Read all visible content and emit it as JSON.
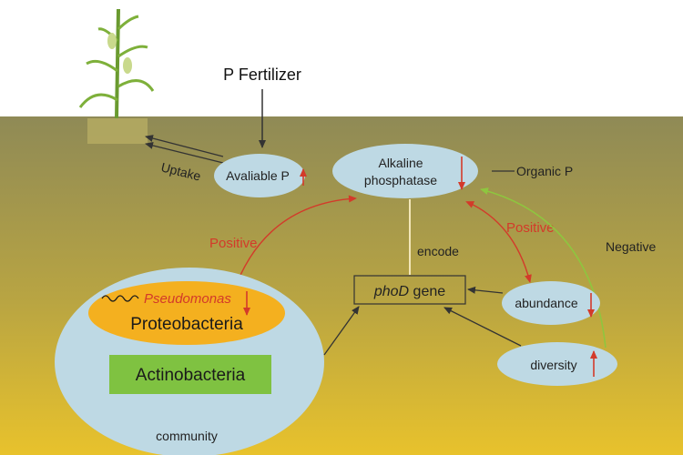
{
  "labels": {
    "fertilizer": "P Fertilizer",
    "uptake": "Uptake",
    "available_p": "Avaliable P",
    "alkaline_line1": "Alkaline",
    "alkaline_line2": "phosphatase",
    "organic_p": "Organic P",
    "positive_left": "Positive",
    "positive_right": "Positive",
    "negative": "Negative",
    "encode": "encode",
    "phod_italic": "phoD",
    "phod_rest": " gene",
    "abundance": "abundance",
    "diversity": "diversity",
    "pseudomonas": "Pseudomonas",
    "proteobacteria": "Proteobacteria",
    "actinobacteria": "Actinobacteria",
    "community": "community"
  },
  "colors": {
    "sky": "#ffffff",
    "soil_top": "#8f8a56",
    "soil_bottom": "#e8c22c",
    "bubble": "#bed9e4",
    "orange": "#f4b01f",
    "green_box": "#7fc241",
    "red_arrow": "#d33a2a",
    "green_arrow": "#8ec63f",
    "dark_arrow": "#333333"
  },
  "trends": {
    "available_p": "up",
    "alkaline_phosphatase": "down",
    "pseudomonas": "down",
    "abundance": "down",
    "diversity": "up"
  }
}
